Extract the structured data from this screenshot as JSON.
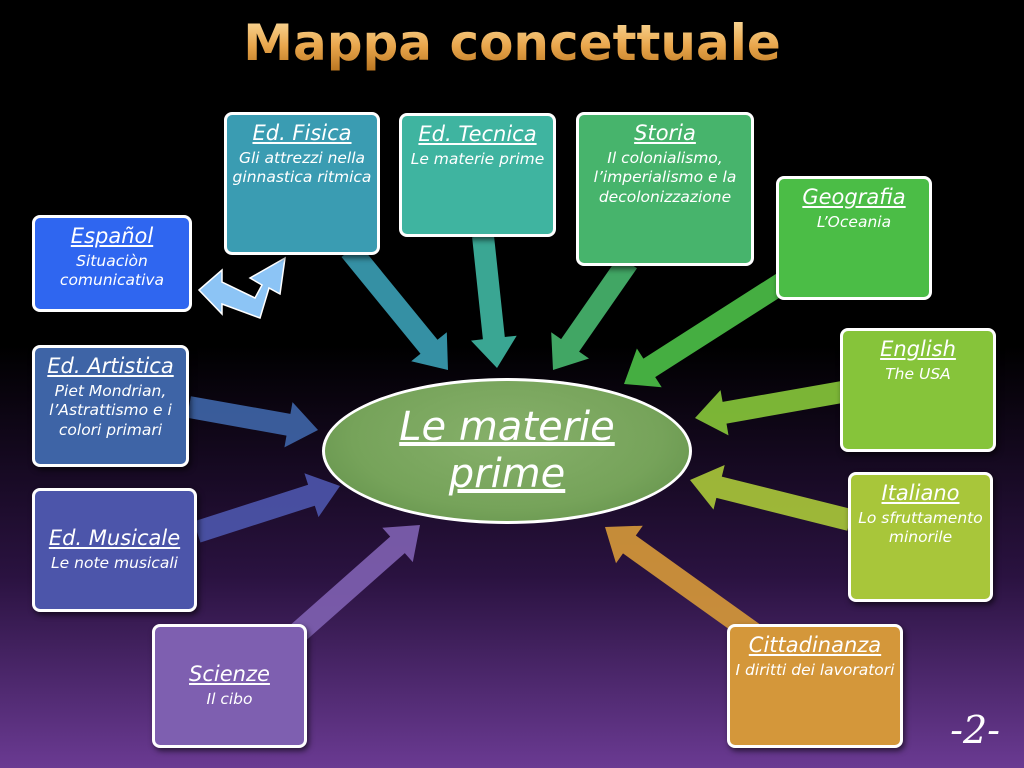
{
  "title": "Mappa concettuale",
  "center": {
    "text": "Le materie prime",
    "color": "#76a35a"
  },
  "nodes": [
    {
      "key": "espanol",
      "subject": "Español",
      "desc": "Situaciòn comunicativa",
      "color": "#2f66f0"
    },
    {
      "key": "ed-artistica",
      "subject": "Ed. Artistica",
      "desc": "Piet Mondrian, l’Astrattismo e i colori primari",
      "color": "#3e64a6"
    },
    {
      "key": "ed-musicale",
      "subject": "Ed. Musicale",
      "desc": "Le note musicali",
      "color": "#4c55aa"
    },
    {
      "key": "scienze",
      "subject": "Scienze",
      "desc": "Il cibo",
      "color": "#7e5fb0"
    },
    {
      "key": "ed-fisica",
      "subject": "Ed. Fisica",
      "desc": "Gli attrezzi nella ginnastica ritmica",
      "color": "#3a9cb2"
    },
    {
      "key": "ed-tecnica",
      "subject": "Ed. Tecnica",
      "desc": "Le materie prime",
      "color": "#3fb4a0"
    },
    {
      "key": "storia",
      "subject": "Storia",
      "desc": "Il colonialismo, l’imperialismo e la decolonizzazione",
      "color": "#47b46c"
    },
    {
      "key": "geografia",
      "subject": "Geografia",
      "desc": "L’Oceania",
      "color": "#4bbd46"
    },
    {
      "key": "english",
      "subject": "English",
      "desc": "The USA",
      "color": "#86c43a"
    },
    {
      "key": "italiano",
      "subject": "Italiano",
      "desc": "Lo sfruttamento minorile",
      "color": "#a8c63a"
    },
    {
      "key": "cittadinanza",
      "subject": "Cittadinanza",
      "desc": "I diritti dei lavoratori",
      "color": "#d4973a"
    }
  ],
  "page_number": "-2-"
}
